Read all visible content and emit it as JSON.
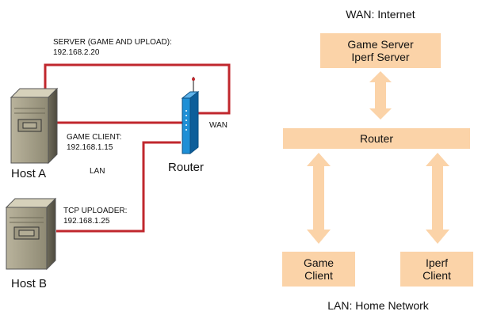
{
  "left_diagram": {
    "server_label_line1": "SERVER (GAME AND UPLOAD):",
    "server_label_line2": "192.168.2.20",
    "game_client_line1": "GAME CLIENT:",
    "game_client_line2": "192.168.1.15",
    "tcp_uploader_line1": "TCP UPLOADER:",
    "tcp_uploader_line2": "192.168.1.25",
    "host_a": "Host A",
    "host_b": "Host B",
    "lan": "LAN",
    "wan": "WAN",
    "router": "Router",
    "link_color": "#c0272d",
    "router_color": "#1e8fd6"
  },
  "right_diagram": {
    "wan_title": "WAN: Internet",
    "server_line1": "Game Server",
    "server_line2": "Iperf Server",
    "router": "Router",
    "game_client_line1": "Game",
    "game_client_line2": "Client",
    "iperf_client_line1": "Iperf",
    "iperf_client_line2": "Client",
    "lan_title": "LAN: Home Network",
    "box_color": "#fbd3a8"
  }
}
